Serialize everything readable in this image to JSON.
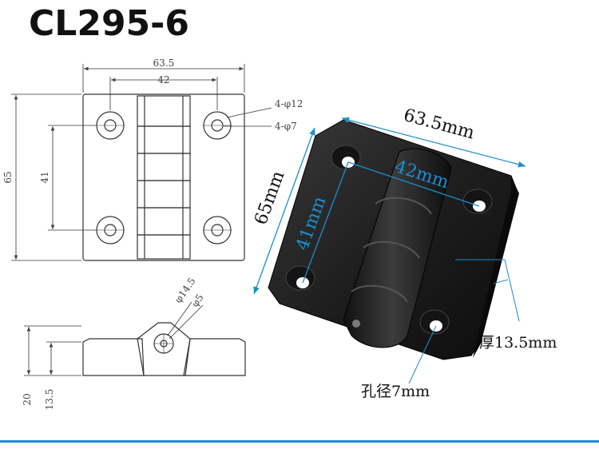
{
  "title": "CL295-6",
  "front_view": {
    "width_overall": "63.5",
    "hole_spacing_x": "42",
    "height_overall": "65",
    "hole_spacing_y": "41",
    "counterbore_label": "4-φ12",
    "hole_label": "4-φ7"
  },
  "side_view": {
    "knuckle_outer": "φ14.5",
    "knuckle_pin": "φ5",
    "height_total": "20",
    "height_leaf": "13.5"
  },
  "photo_labels": {
    "width": "63.5mm",
    "hole_spacing_x": "42mm",
    "height": "65mm",
    "hole_spacing_y": "41mm",
    "thickness": "厚13.5mm",
    "hole_diameter": "孔径7mm"
  },
  "colors": {
    "accent": "#1a8fd0",
    "line": "#333333",
    "product": "#1c1c1c"
  }
}
